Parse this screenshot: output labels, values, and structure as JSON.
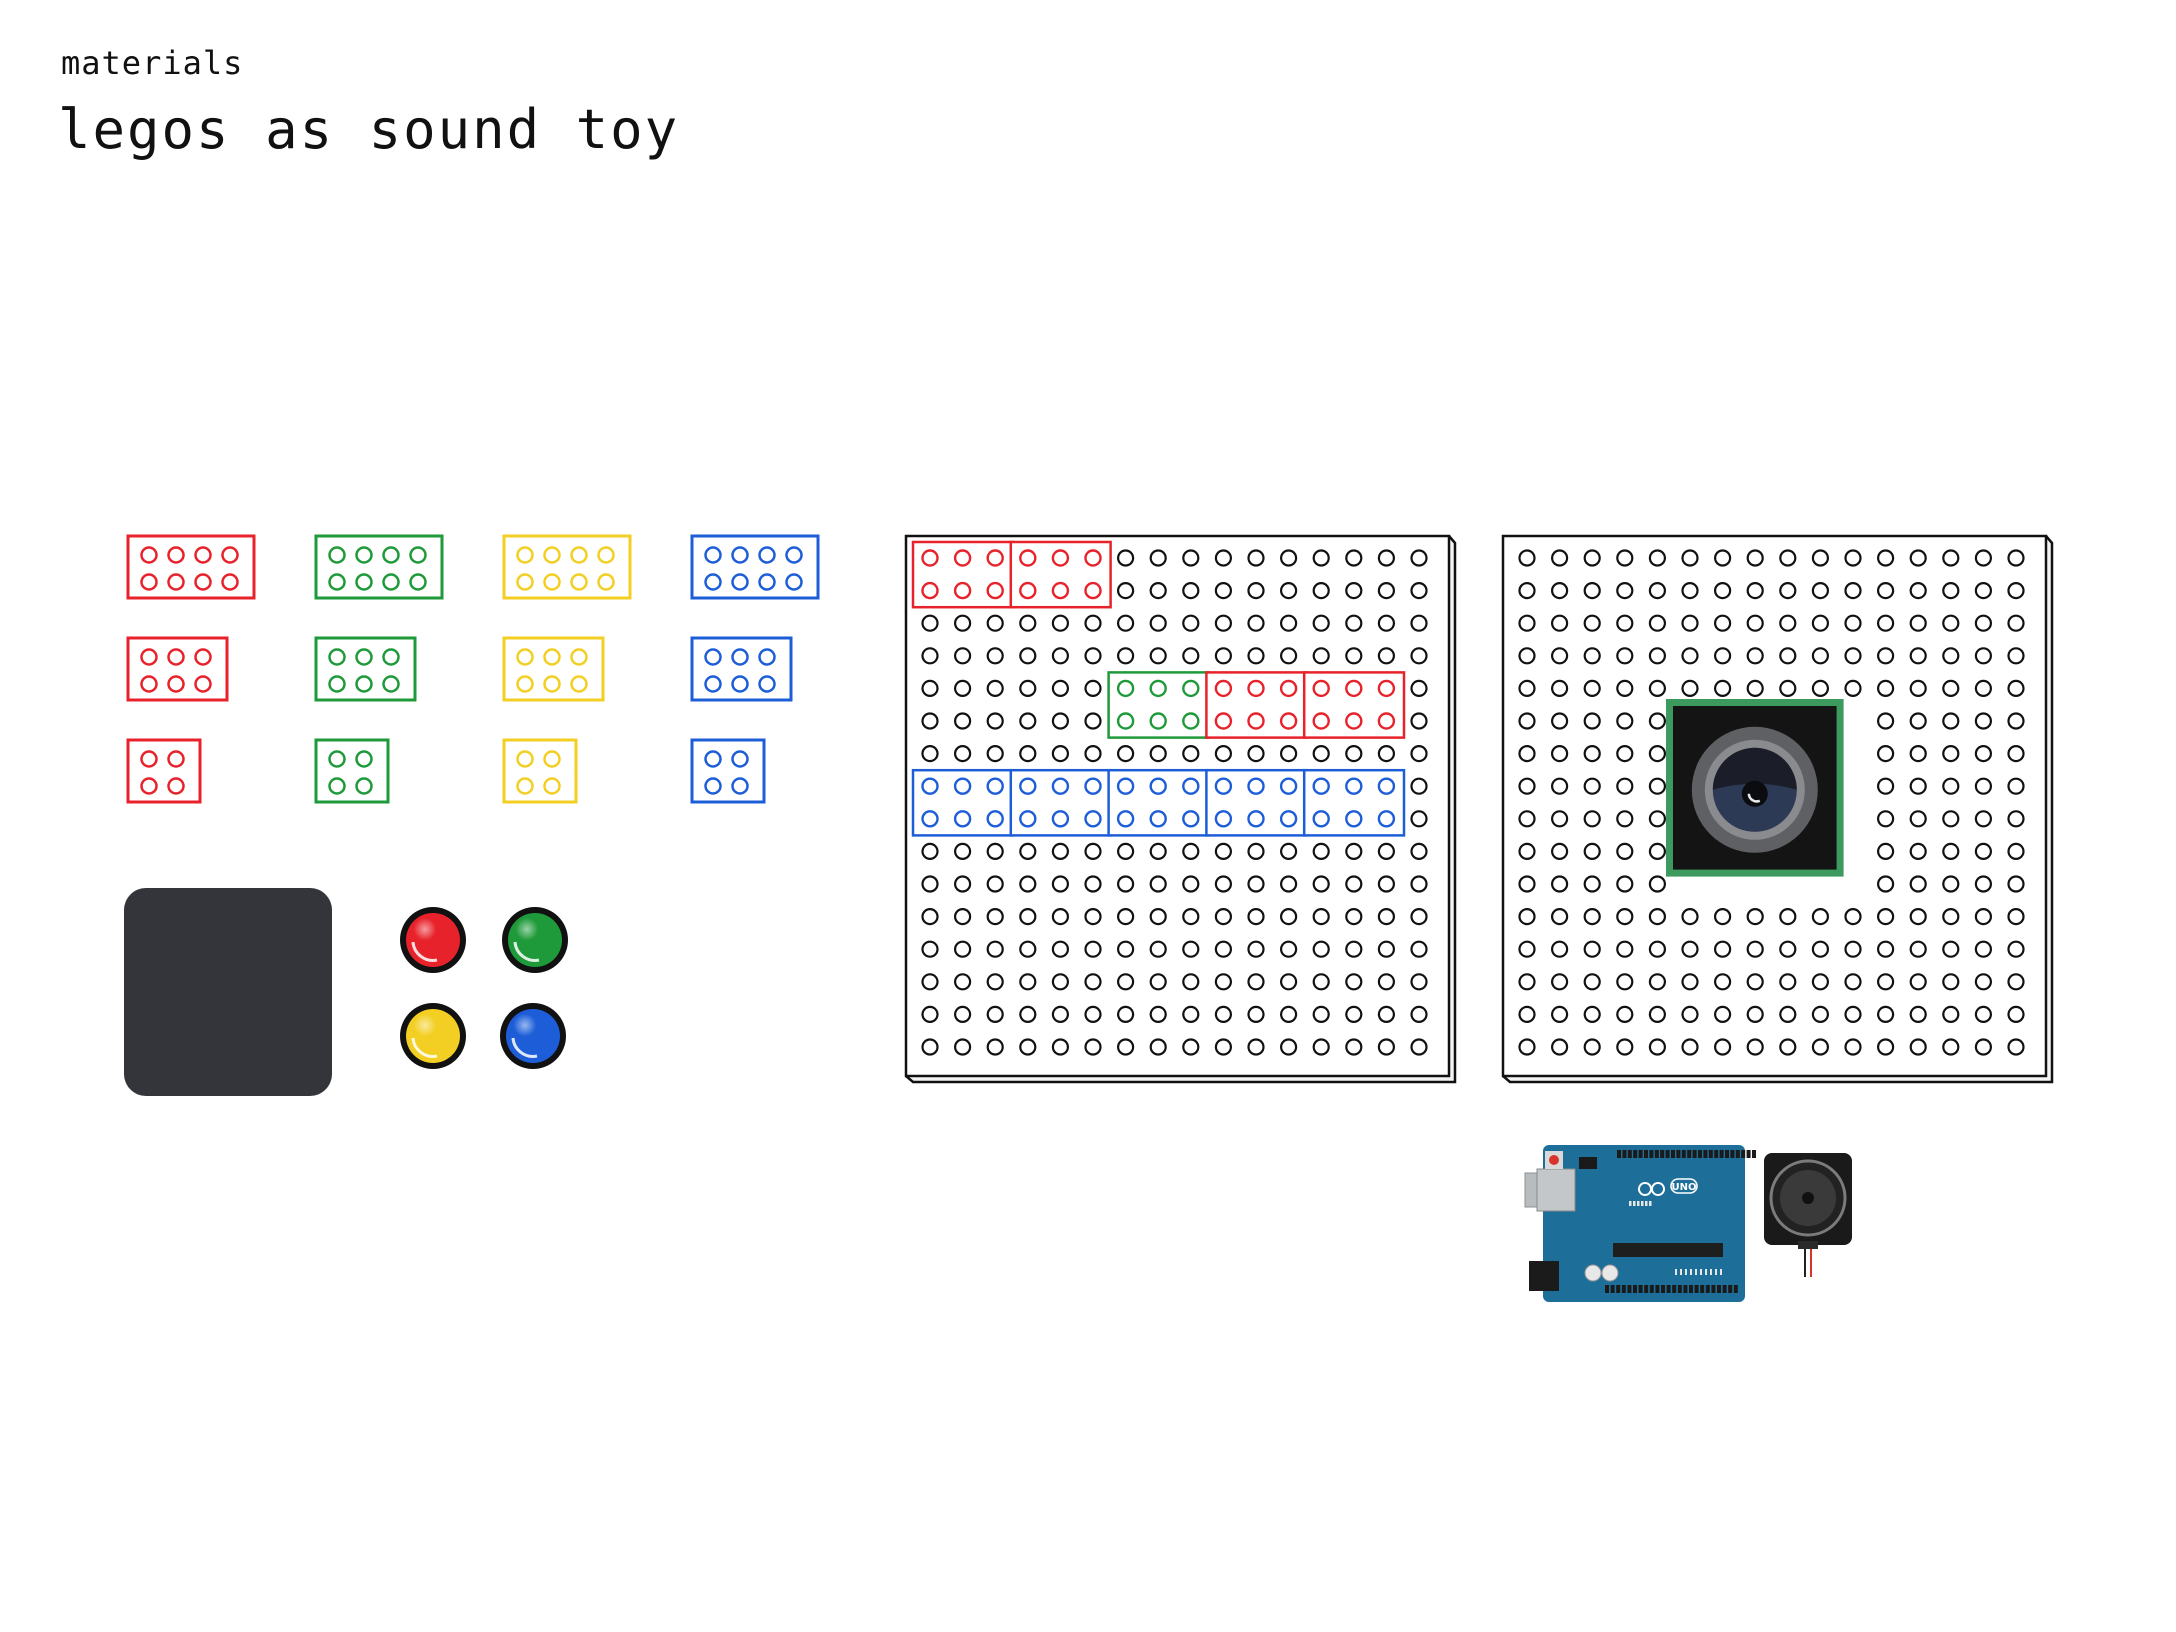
{
  "header": {
    "subtitle": "materials",
    "title": "legos as sound toy"
  },
  "colors": {
    "red": "#e8222b",
    "green": "#1f9a3a",
    "yellow": "#f2cf22",
    "blue": "#1d5ed8",
    "stud_outline": "#111111",
    "dark_pad": "#34353a",
    "board_outline": "#111111",
    "camera_frame": "#3d9a5e",
    "arduino_teal": "#1d6f99",
    "speaker_body": "#1a1a1a"
  },
  "brick_palette": {
    "colors": [
      "red",
      "green",
      "yellow",
      "blue"
    ],
    "sizes": [
      "2x4",
      "2x3",
      "2x2"
    ]
  },
  "buttons": [
    "red",
    "green",
    "yellow",
    "blue"
  ],
  "baseplate_left": {
    "cols": 16,
    "rows": 16,
    "bricks": [
      {
        "color": "red",
        "col": 0,
        "row": 0,
        "w": 3,
        "h": 2
      },
      {
        "color": "red",
        "col": 3,
        "row": 0,
        "w": 3,
        "h": 2
      },
      {
        "color": "green",
        "col": 6,
        "row": 4,
        "w": 3,
        "h": 2
      },
      {
        "color": "red",
        "col": 9,
        "row": 4,
        "w": 3,
        "h": 2
      },
      {
        "color": "red",
        "col": 12,
        "row": 4,
        "w": 3,
        "h": 2
      },
      {
        "color": "blue",
        "col": 0,
        "row": 7,
        "w": 3,
        "h": 2
      },
      {
        "color": "blue",
        "col": 3,
        "row": 7,
        "w": 3,
        "h": 2
      },
      {
        "color": "blue",
        "col": 6,
        "row": 7,
        "w": 3,
        "h": 2
      },
      {
        "color": "blue",
        "col": 9,
        "row": 7,
        "w": 3,
        "h": 2
      },
      {
        "color": "blue",
        "col": 12,
        "row": 7,
        "w": 3,
        "h": 2
      }
    ]
  },
  "baseplate_right": {
    "cols": 16,
    "rows": 16,
    "camera": {
      "col": 5,
      "row": 5,
      "w": 6,
      "h": 6
    }
  },
  "parts": [
    "arduino-uno",
    "speaker"
  ],
  "arduino_text": {
    "logo": "UNO"
  }
}
